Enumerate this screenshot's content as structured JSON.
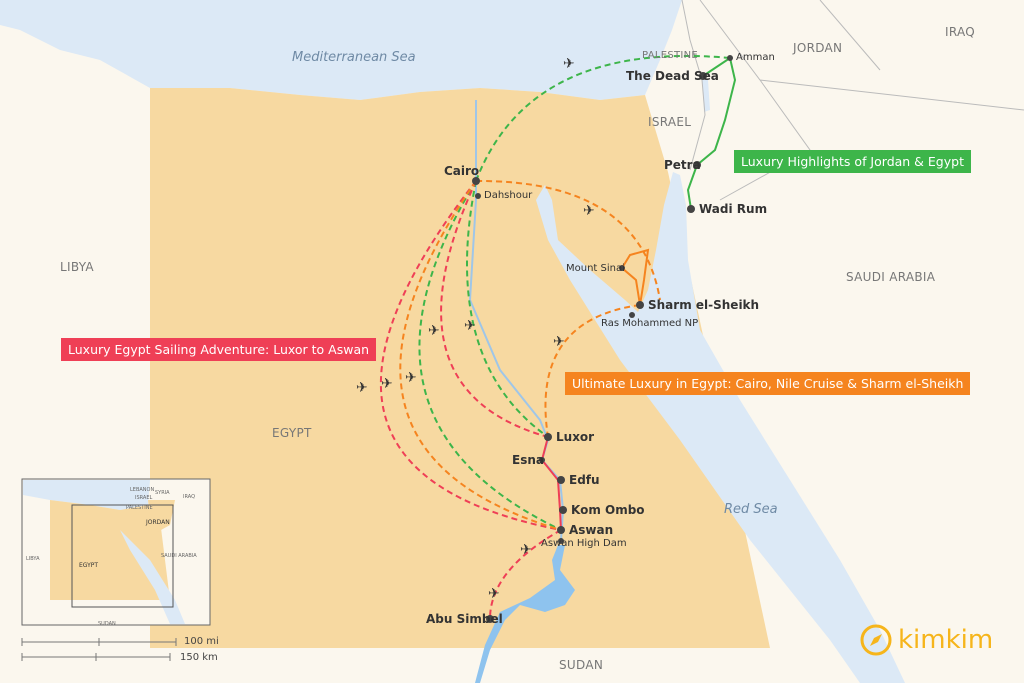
{
  "seas": {
    "mediterranean": "Mediterranean Sea",
    "red": "Red Sea"
  },
  "countries": {
    "libya": "LIBYA",
    "egypt": "EGYPT",
    "saudi": "SAUDI ARABIA",
    "jordan": "JORDAN",
    "iraq": "IRAQ",
    "israel": "ISRAEL",
    "palestine": "PALESTINE",
    "sudan": "SUDAN"
  },
  "places": {
    "cairo": "Cairo",
    "dahshour": "Dahshour",
    "luxor": "Luxor",
    "esna": "Esna",
    "edfu": "Edfu",
    "kom_ombo": "Kom Ombo",
    "aswan": "Aswan",
    "high_dam": "Aswan High Dam",
    "abu_simbel": "Abu Simbel",
    "sharm": "Sharm el-Sheikh",
    "ras_mohammed": "Ras Mohammed NP",
    "mount_sinai": "Mount Sinai",
    "amman": "Amman",
    "dead_sea": "The Dead Sea",
    "petra": "Petra",
    "wadi_rum": "Wadi Rum"
  },
  "routes": {
    "jordan": {
      "label": "Luxury Highlights of Jordan & Egypt",
      "color": "#3db54a"
    },
    "sailing": {
      "label": "Luxury Egypt Sailing Adventure: Luxor to Aswan",
      "color": "#ef3f56"
    },
    "ultimate": {
      "label": "Ultimate Luxury in Egypt: Cairo, Nile Cruise & Sharm el-Sheikh",
      "color": "#f5841f"
    }
  },
  "inset": {
    "lebanon": "LEBANON",
    "syria": "SYRIA",
    "israel": "ISRAEL",
    "palestine": "PALESTINE",
    "iraq": "IRAQ",
    "jordan": "JORDAN",
    "libya": "LIBYA",
    "egypt": "EGYPT",
    "saudi": "SAUDI ARABIA",
    "sudan": "SUDAN"
  },
  "scale": {
    "miles": "100 mi",
    "km": "150 km"
  },
  "brand": {
    "name": "kimkim"
  }
}
